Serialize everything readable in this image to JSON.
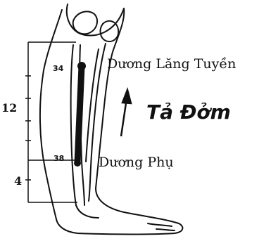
{
  "diagram": {
    "points": [
      {
        "number": "34",
        "name": "Dương Lăng Tuyền"
      },
      {
        "number": "38",
        "name": "Dương Phụ"
      }
    ],
    "measurements": [
      {
        "value": "12"
      },
      {
        "value": "4"
      }
    ],
    "direction_label": "Tả Đởm",
    "line_color": "#111111",
    "background": "#ffffff"
  }
}
